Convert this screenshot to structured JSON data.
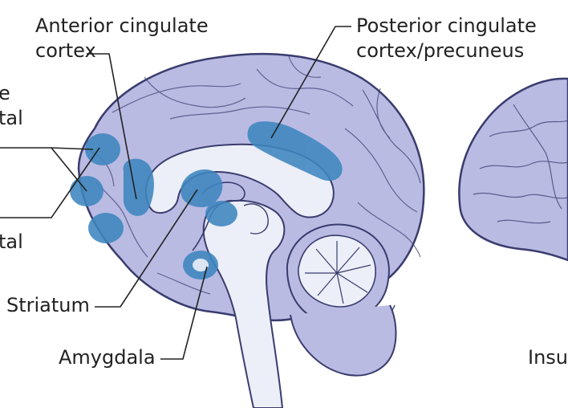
{
  "colors": {
    "brain_fill": "#b9bbe3",
    "brain_outline": "#3a3c6e",
    "inner_fill": "#eceff8",
    "region_fill": "#3e86bf",
    "leader": "#222222"
  },
  "labels": {
    "anterior_cingulate": [
      "Anterior cingulate",
      "cortex"
    ],
    "posterior_cingulate": [
      "Posterior cingulate",
      "cortex/precuneus"
    ],
    "prefrontal_partial": [
      "e",
      "tal"
    ],
    "frontal_partial": "tal",
    "striatum": "Striatum",
    "amygdala": "Amygdala",
    "insula_partial": "Insu"
  }
}
